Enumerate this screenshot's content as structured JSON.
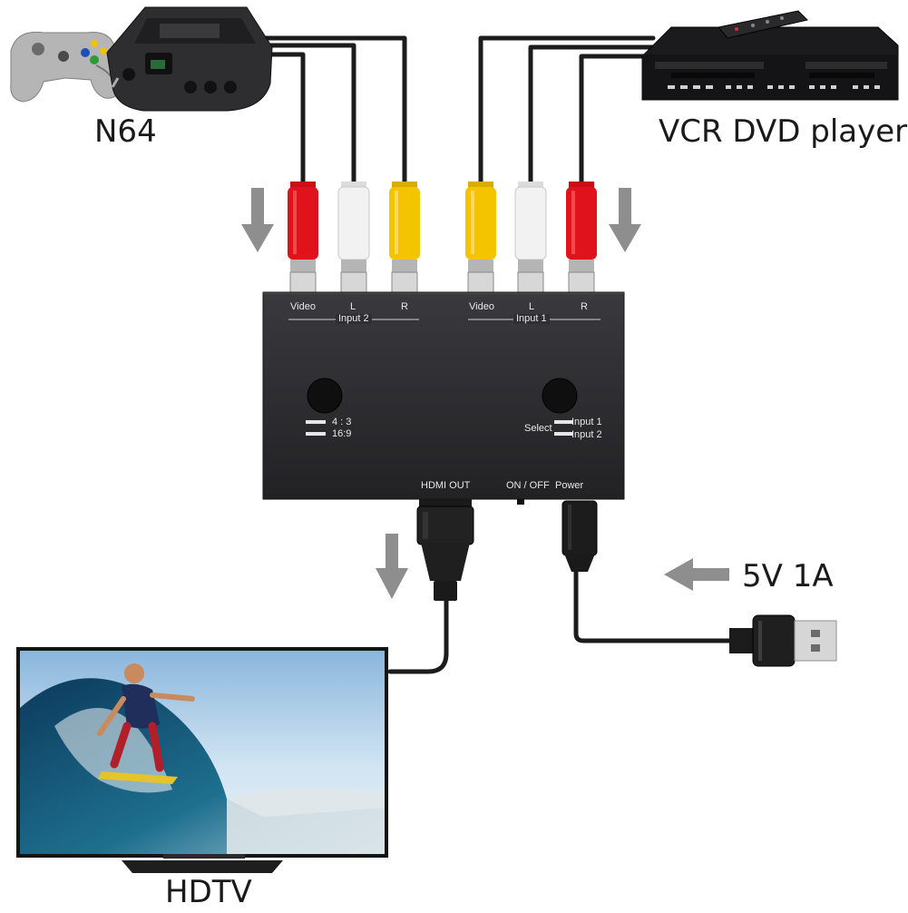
{
  "devices": {
    "console_label": "N64",
    "player_label": "VCR DVD player",
    "tv_label": "HDTV",
    "power_label": "5V 1A"
  },
  "converter": {
    "input2": {
      "group_label": "Input 2",
      "ports": [
        "Video",
        "L",
        "R"
      ]
    },
    "input1": {
      "group_label": "Input 1",
      "ports": [
        "Video",
        "L",
        "R"
      ]
    },
    "aspect_options": [
      "4 : 3",
      "16:9"
    ],
    "select_label": "Select",
    "select_options": [
      "Input 1",
      "Input 2"
    ],
    "hdmi_label": "HDMI OUT",
    "switch_label": "ON / OFF",
    "power_port_label": "Power"
  },
  "colors": {
    "box": "#2b2b2e",
    "cable": "#1c1c1c",
    "arrow": "#8e8e8e",
    "rca_red": "#e0121b",
    "rca_white": "#f2f2f2",
    "rca_yellow": "#f5c400"
  }
}
